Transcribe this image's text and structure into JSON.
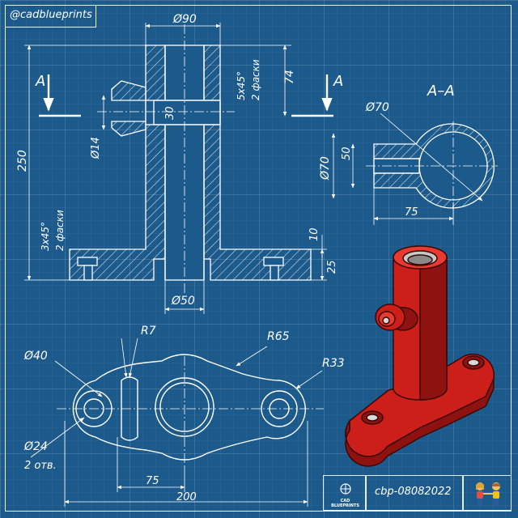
{
  "handle": "@cadblueprints",
  "title_block": {
    "logo_line1": "CAD",
    "logo_line2": "BLUEPRINTS",
    "drawing_code": "cbp-08082022"
  },
  "section_marks": {
    "left": "A",
    "right": "A",
    "view_title": "A–A"
  },
  "front_view": {
    "top_diameter": "Ø90",
    "height_top": "74",
    "chamfer_top_line1": "5x45°",
    "chamfer_top_line2": "2 фаски",
    "hole_30": "30",
    "boss_diameter": "Ø14",
    "overall_height": "250",
    "chamfer_bottom_line1": "3x45°",
    "chamfer_bottom_line2": "2 фаски",
    "counterbore_depth": "10",
    "flange_thickness": "25",
    "bore_diameter": "Ø50"
  },
  "section_view": {
    "outer_diameter": "Ø70",
    "inner_diameter": "Ø70",
    "height_50": "50",
    "length_75": "75"
  },
  "top_view": {
    "fillet": "R7",
    "arc_large": "R65",
    "arc_end": "R33",
    "counterbore": "Ø40",
    "hole": "Ø24",
    "hole_count": "2 отв.",
    "dim_75": "75",
    "dim_200": "200"
  },
  "colors": {
    "background": "#1d5a8c",
    "line": "#ffffff",
    "part_red": "#cc1f1a",
    "part_dark": "#8e1310",
    "part_light": "#e83a2f"
  }
}
